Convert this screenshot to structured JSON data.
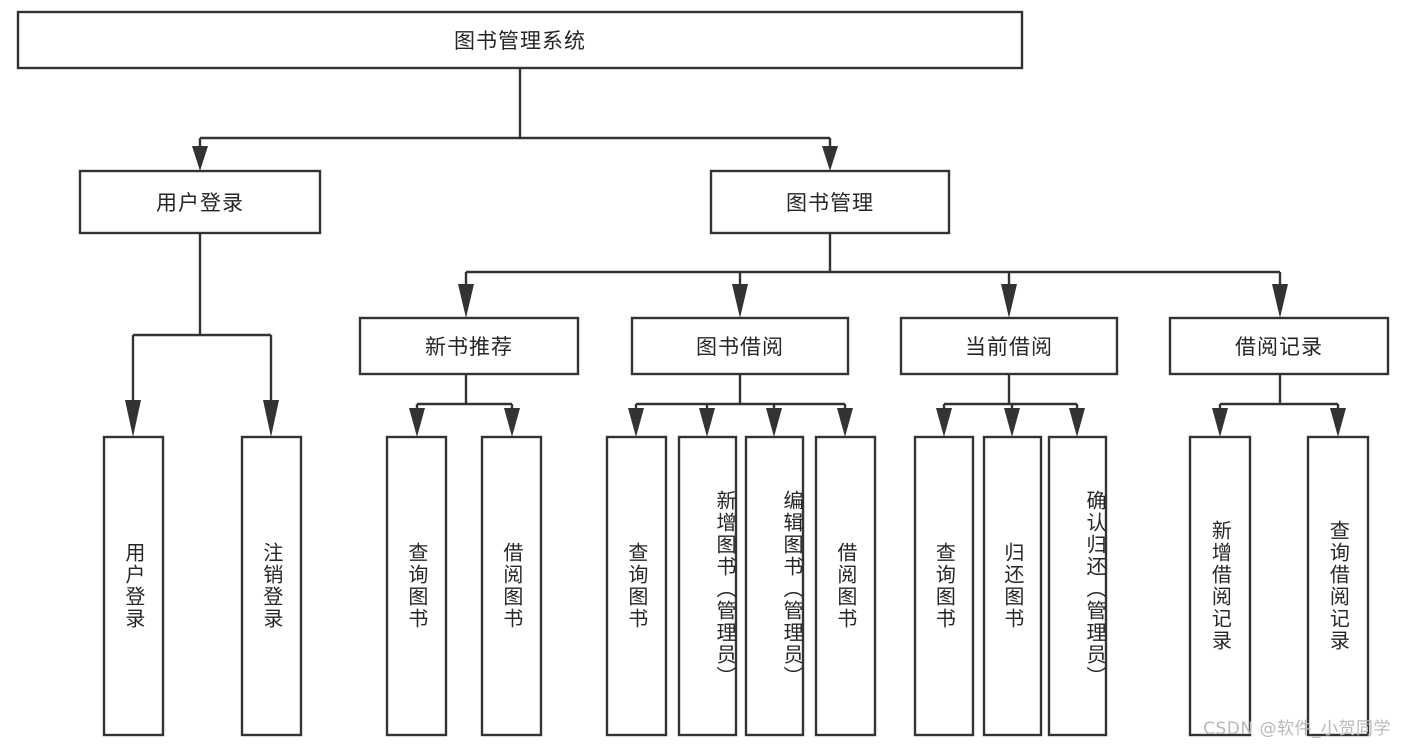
{
  "diagram": {
    "title": "图书管理系统",
    "type": "tree-hierarchy",
    "orientation": "top-down",
    "colors": {
      "stroke": "#333333",
      "box_fill": "#ffffff",
      "text": "#262626",
      "background": "#ffffff",
      "watermark": "#b9b9b9"
    },
    "root": {
      "label": "图书管理系统"
    },
    "level2": [
      {
        "label": "用户登录"
      },
      {
        "label": "图书管理"
      }
    ],
    "level3": [
      {
        "label": "新书推荐"
      },
      {
        "label": "图书借阅"
      },
      {
        "label": "当前借阅"
      },
      {
        "label": "借阅记录"
      }
    ],
    "leaves": {
      "user_login": [
        {
          "label": "用户登录"
        },
        {
          "label": "注销登录"
        }
      ],
      "new_book_recommend": [
        {
          "label": "查询图书"
        },
        {
          "label": "借阅图书"
        }
      ],
      "book_borrow": [
        {
          "label": "查询图书"
        },
        {
          "label": "新增图书（管理员）"
        },
        {
          "label": "编辑图书（管理员）"
        },
        {
          "label": "借阅图书"
        }
      ],
      "current_borrow": [
        {
          "label": "查询图书"
        },
        {
          "label": "归还图书"
        },
        {
          "label": "确认归还（管理员）"
        }
      ],
      "borrow_record": [
        {
          "label": "新增借阅记录"
        },
        {
          "label": "查询借阅记录"
        }
      ]
    }
  },
  "watermark": {
    "text": "CSDN @软件_小贺同学"
  }
}
